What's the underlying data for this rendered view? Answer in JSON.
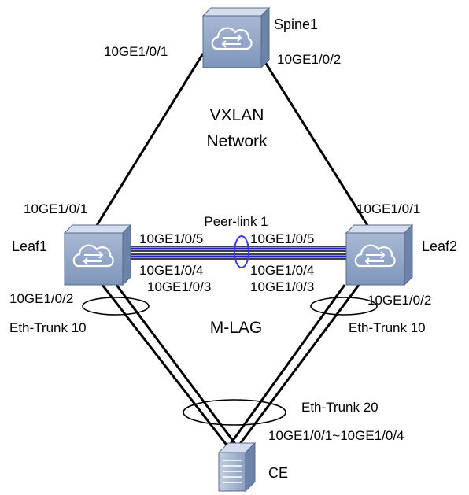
{
  "colors": {
    "link": "#000000",
    "peer_link": "#1f1fd0",
    "device_top": "#cfd8e6",
    "device_front": "#8fa3c2",
    "device_side": "#6f86ad",
    "server": "#9fb0cc"
  },
  "nodes": {
    "spine1": {
      "label": "Spine1",
      "icon": "switch-icon"
    },
    "leaf1": {
      "label": "Leaf1",
      "icon": "switch-icon"
    },
    "leaf2": {
      "label": "Leaf2",
      "icon": "switch-icon"
    },
    "ce": {
      "label": "CE",
      "icon": "server-icon"
    }
  },
  "network": {
    "line1": "VXLAN",
    "line2": "Network"
  },
  "mlag": {
    "label": "M-LAG"
  },
  "peer_link": {
    "label": "Peer-link 1"
  },
  "ports": {
    "spine_left": "10GE1/0/1",
    "spine_right": "10GE1/0/2",
    "leaf1_uplink": "10GE1/0/1",
    "leaf2_uplink": "10GE1/0/1",
    "leaf1_p5": "10GE1/0/5",
    "leaf1_p4": "10GE1/0/4",
    "leaf1_p3": "10GE1/0/3",
    "leaf1_p2": "10GE1/0/2",
    "leaf2_p5": "10GE1/0/5",
    "leaf2_p4": "10GE1/0/4",
    "leaf2_p3": "10GE1/0/3",
    "leaf2_p2": "10GE1/0/2",
    "ce_ports": "10GE1/0/1~10GE1/0/4"
  },
  "trunks": {
    "leaf1": "Eth-Trunk 10",
    "leaf2": "Eth-Trunk 10",
    "ce": "Eth-Trunk 20"
  }
}
